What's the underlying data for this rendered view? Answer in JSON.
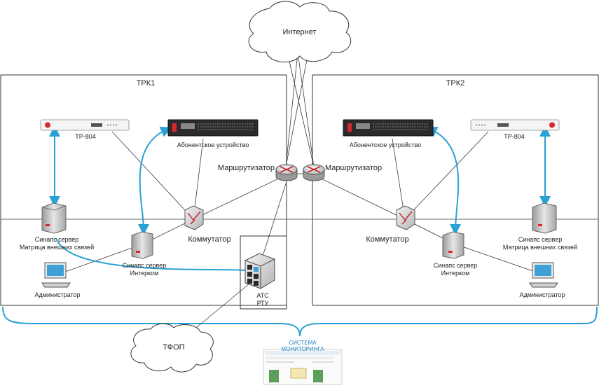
{
  "internet": "Интернет",
  "pstn": "ТФОП",
  "trk1": {
    "title": "ТРК1",
    "tp": "ТР-804",
    "subscriber": "Абонентское устройство",
    "router": "Маршрутизатор",
    "switch": "Коммутатор",
    "server_main_line1": "Синапс сервер",
    "server_main_line2": "Матрица внешних связей",
    "server_intercom_line1": "Синапс сервер",
    "server_intercom_line2": "Интерком",
    "admin": "Администратор",
    "pbx_line1": "АТС",
    "pbx_line2": "РТУ"
  },
  "trk2": {
    "title": "ТРК2",
    "tp": "ТР-804",
    "subscriber": "Абонентское устройство",
    "router": "Маршрутизатор",
    "switch": "Коммутатор",
    "server_main_line1": "Синапс сервер",
    "server_main_line2": "Матрица внешних связей",
    "server_intercom_line1": "Синапс сервер",
    "server_intercom_line2": "Интерком",
    "admin": "Администратор"
  },
  "monitoring": {
    "line1": "СИСТЕМА",
    "line2": "МОНИТОРИНГА"
  },
  "colors": {
    "link": "#2aa1d4",
    "line": "#3a3a3a",
    "device_dark": "#2b2b2b",
    "server": "#cfcfcf",
    "led_red": "#d9272e"
  }
}
